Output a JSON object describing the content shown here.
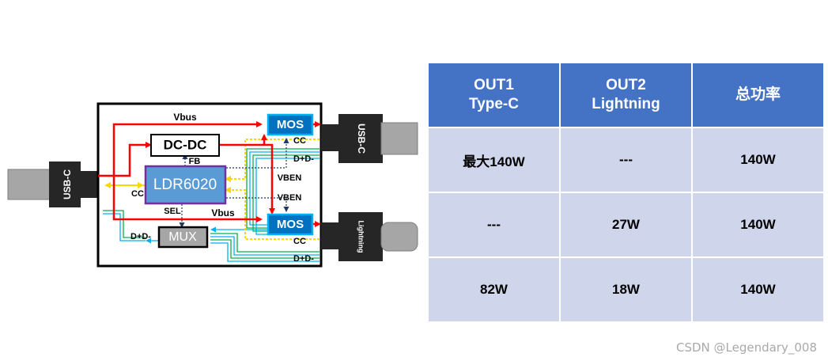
{
  "diagram": {
    "usbc_in_label": "USB-C",
    "usbc_out_label": "USB-C",
    "lightning_label": "Lightning",
    "dcdc_label": "DC-DC",
    "ldr_label": "LDR6020",
    "mux_label": "MUX",
    "mos_top_label": "MOS",
    "mos_bottom_label": "MOS",
    "vbus_top_label": "Vbus",
    "vbus_bottom_label": "Vbus",
    "fb_label": "FB",
    "sel_label": "SEL",
    "cc_left_label": "CC",
    "cc_top_label": "CC",
    "cc_bottom_label": "CC",
    "dpdm_top_label": "D+D-",
    "dpdm_bottom_label": "D+D-",
    "dpdm_mux_label": "D+D-",
    "vben_top_label": "VBEN",
    "vben_bottom_label": "VBEN",
    "colors": {
      "vbus": "#ff0000",
      "cc": "#ffff00",
      "dpdm_green": "#00b050",
      "dpdm_cyan": "#00b0f0",
      "ldr_fill": "#5b9bd5",
      "ldr_border": "#7030a0",
      "mos_fill": "#0070c0",
      "mux_fill": "#a6a6a6"
    }
  },
  "table": {
    "headers": [
      {
        "line1": "OUT1",
        "line2": "Type-C"
      },
      {
        "line1": "OUT2",
        "line2": "Lightning"
      },
      {
        "line1": "总功率",
        "line2": ""
      }
    ],
    "rows": [
      [
        "最大140W",
        "---",
        "140W"
      ],
      [
        "---",
        "27W",
        "140W"
      ],
      [
        "82W",
        "18W",
        "140W"
      ]
    ]
  },
  "watermark": "CSDN @Legendary_008"
}
